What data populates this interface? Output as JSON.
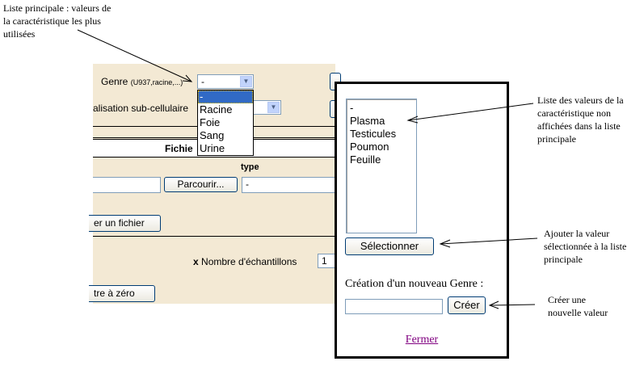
{
  "annotations": {
    "main_list": [
      "Liste principale : valeurs de",
      "la caractéristique les plus",
      "utilisées"
    ],
    "hidden_values": [
      "Liste des valeurs de la",
      "caractéristique non",
      "affichées dans la liste",
      "principale"
    ],
    "add_value": [
      "Ajouter la valeur",
      "sélectionnée à la liste",
      "principale"
    ],
    "create_value": [
      "Créer une",
      "nouvelle valeur"
    ]
  },
  "form": {
    "genre_label": "Genre",
    "genre_hint": "(U937,racine,...)",
    "genre_value": "-",
    "genre_options": [
      "-",
      "Racine",
      "Foie",
      "Sang",
      "Urine"
    ],
    "localisation_label": "alisation sub-cellulaire",
    "fichier_header": "Fichie",
    "type_header": "type",
    "file_input_value": "",
    "browse_button": "Parcourir...",
    "type_value": "-",
    "add_file_button": "er un fichier",
    "samples_prefix": "x",
    "samples_label": "Nombre d'échantillons",
    "samples_value": "1",
    "reset_button": "tre à zéro",
    "side_button_1": "",
    "side_button_2": ""
  },
  "popup": {
    "values": [
      "-",
      "Plasma",
      "Testicules",
      "Poumon",
      "Feuille"
    ],
    "select_button": "Sélectionner",
    "create_label": "Création d'un nouveau Genre :",
    "new_value_input": "",
    "create_button": "Créer",
    "close_link": "Fermer"
  }
}
